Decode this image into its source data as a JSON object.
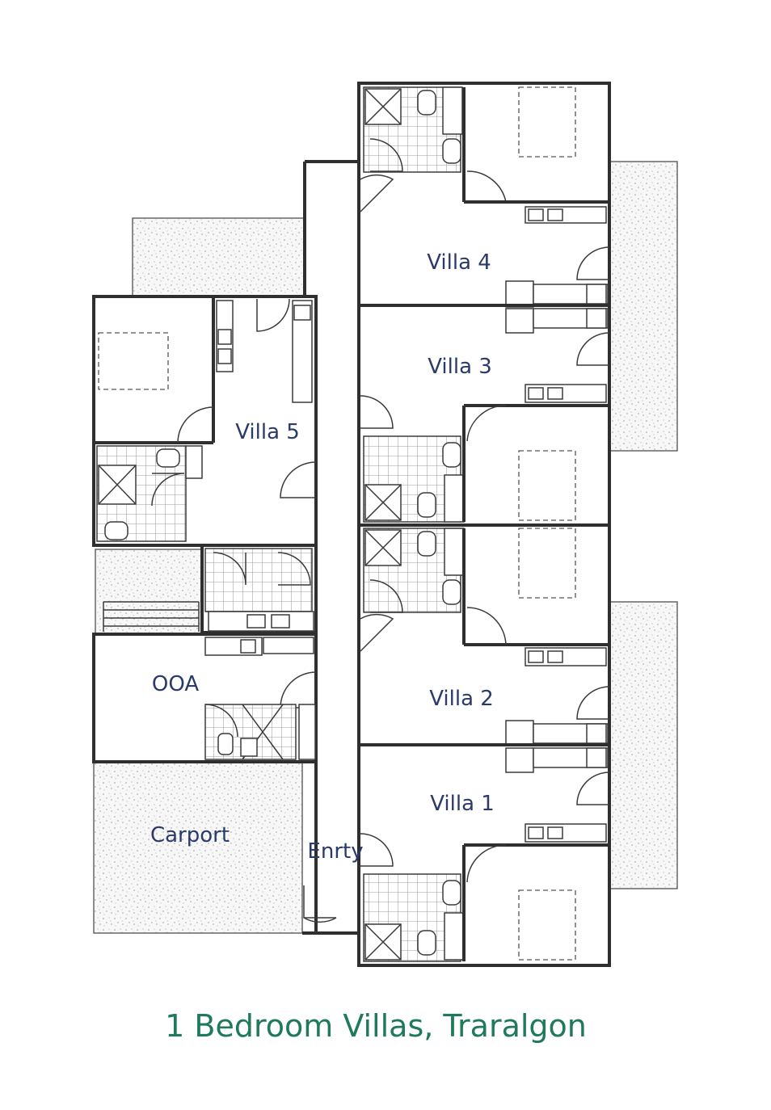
{
  "labels": {
    "villa4": "Villa 4",
    "villa3": "Villa 3",
    "villa5": "Villa 5",
    "villa2": "Villa 2",
    "villa1": "Villa 1",
    "ooa": "OOA",
    "carport": "Carport",
    "entry": "Enrty"
  },
  "caption": "1 Bedroom Villas, Traralgon",
  "colors": {
    "label": "#2a3a6b",
    "caption": "#1f7a5a",
    "wall": "#2f2f2f"
  }
}
